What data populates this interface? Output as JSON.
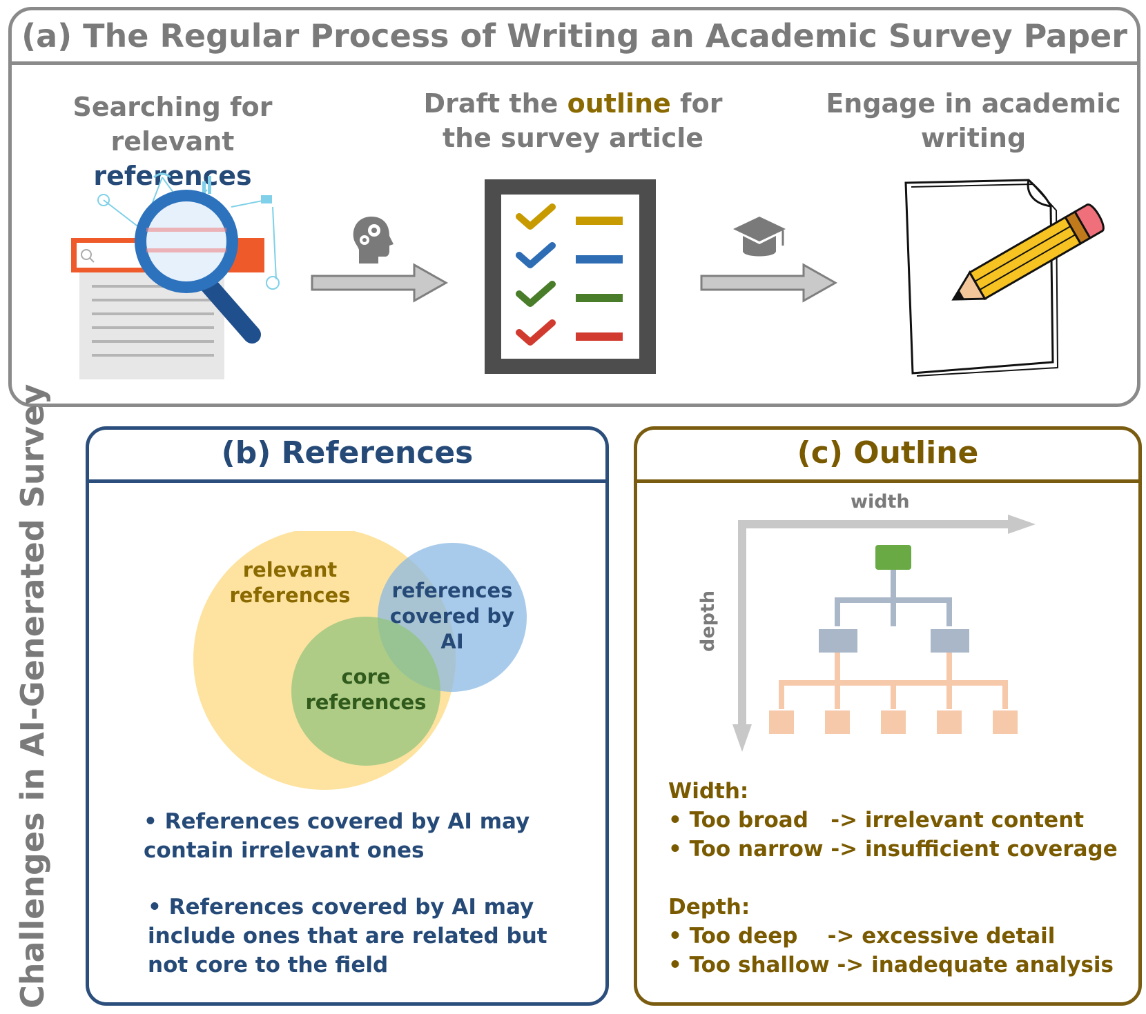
{
  "panel_a": {
    "title": "(a) The Regular Process of Writing an Academic Survey Paper",
    "step1": {
      "line1": "Searching for",
      "line2_pre": "relevant ",
      "line2_hl": "references"
    },
    "step2": {
      "line1_pre": "Draft the ",
      "line1_hl": "outline",
      "line1_post": " for",
      "line2": "the survey article"
    },
    "step3": {
      "line1": "Engage in academic",
      "line2": "writing"
    },
    "checklist_colors": [
      "#c79a00",
      "#2e6db4",
      "#4a7d2a",
      "#d13a2e"
    ]
  },
  "side_label": "Challenges in AI-Generated Survey",
  "panel_b": {
    "title": "(b) References",
    "venn": {
      "relevant": "relevant\nreferences",
      "ai": "references\ncovered by\nAI",
      "core": "core\nreferences"
    },
    "bullets": [
      {
        "line1": "• References covered by AI may",
        "line2": "contain irrelevant ones",
        "line3": ""
      },
      {
        "line1": "• References covered by AI may",
        "line2": "include ones that are related but",
        "line3": "not core to the field"
      }
    ]
  },
  "panel_c": {
    "title": "(c) Outline",
    "axis_width": "width",
    "axis_depth": "depth",
    "width_heading": "Width:",
    "width_items": [
      "• Too broad   -> irrelevant content",
      "• Too narrow -> insufficient coverage"
    ],
    "depth_heading": "Depth:",
    "depth_items": [
      "• Too deep    -> excessive detail",
      "• Too shallow -> inadequate analysis"
    ]
  }
}
